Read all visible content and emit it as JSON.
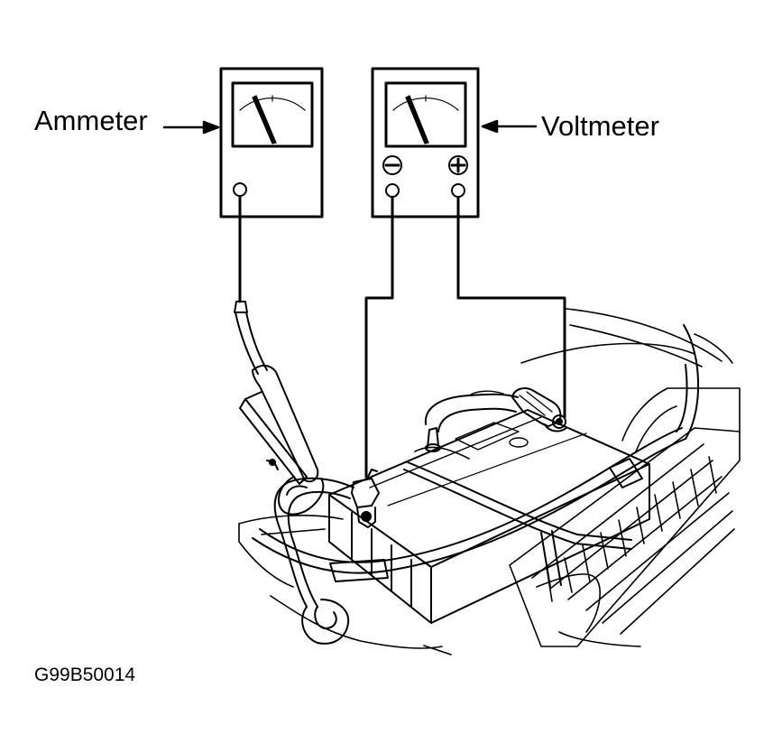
{
  "labels": {
    "ammeter": "Ammeter",
    "voltmeter": "Voltmeter",
    "figure_code": "G99B50014"
  },
  "icons": {
    "negative_terminal": "minus-circle-icon",
    "positive_terminal": "plus-circle-icon"
  },
  "colors": {
    "line": "#000000",
    "background": "#ffffff"
  }
}
